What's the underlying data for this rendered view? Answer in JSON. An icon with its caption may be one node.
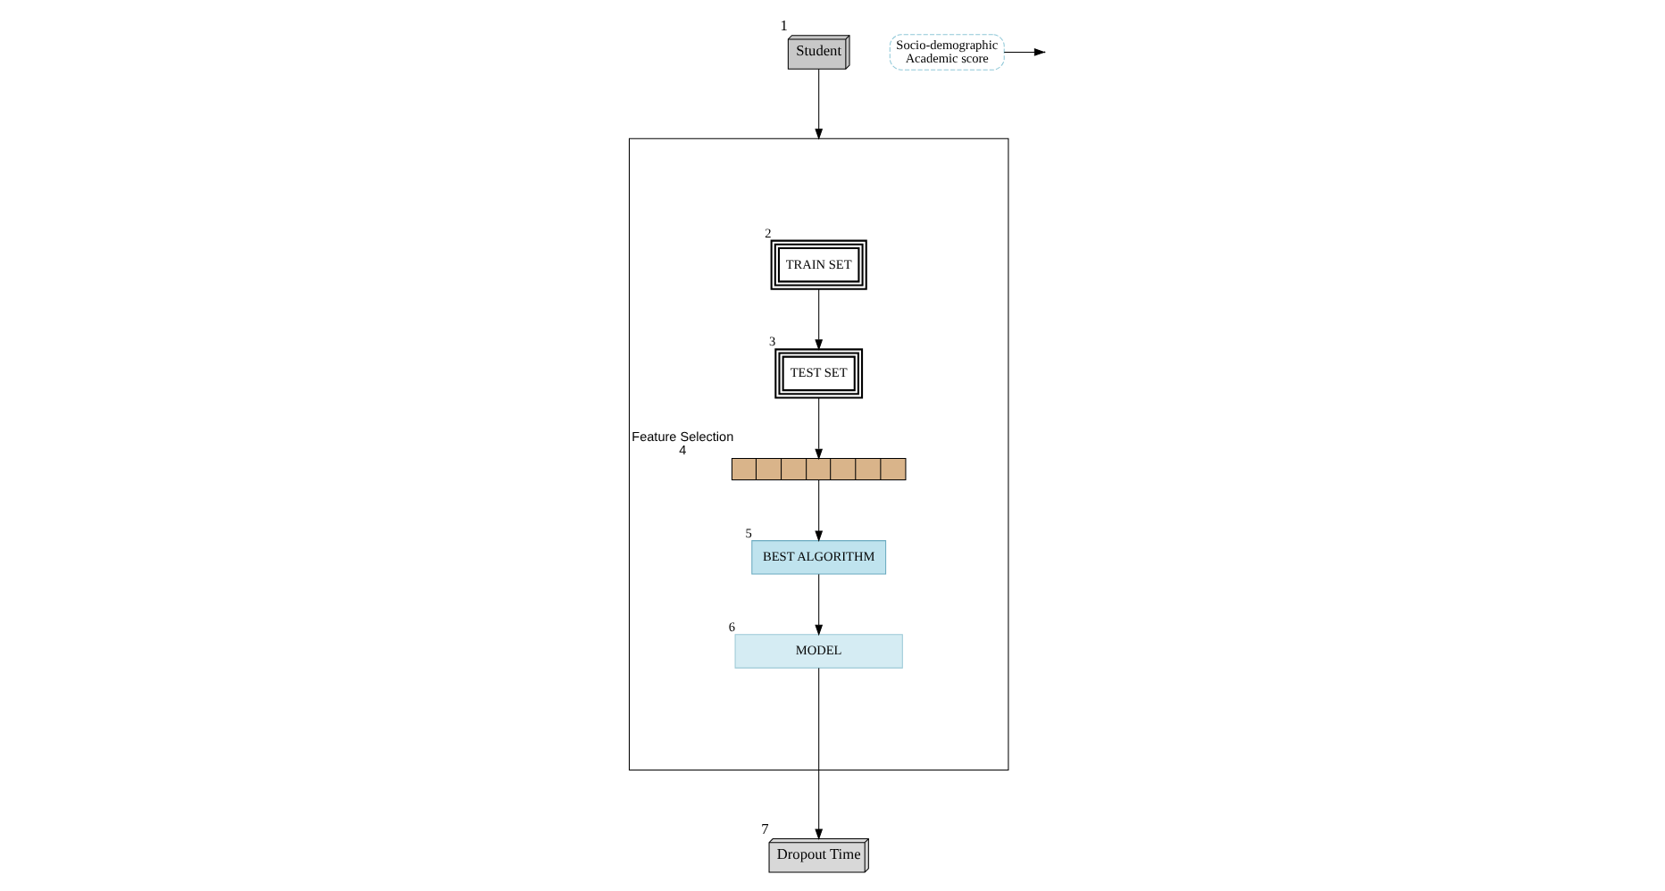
{
  "diagram": {
    "nodes": [
      {
        "text": [
          "Student"
        ],
        "beside": [
          "1"
        ]
      },
      {
        "text": [
          "Socio-demographic",
          "Academic score"
        ]
      },
      {
        "text": [],
        "shape": "box"
      },
      {
        "text": [
          "TRAIN SET"
        ],
        "beside": [
          "2"
        ],
        "in": 2
      },
      {
        "text": [
          "TEST SET"
        ],
        "beside": [
          "3"
        ],
        "in": 2
      },
      {
        "text": [],
        "shape": "bar",
        "beside": [
          "Feature Selection",
          "4"
        ],
        "in": 2
      },
      {
        "text": [
          "BEST ALGORITHM"
        ],
        "beside": [
          "5"
        ],
        "in": 2
      },
      {
        "text": [
          "MODEL"
        ],
        "beside": [
          "6"
        ],
        "in": 2
      },
      {
        "text": [
          "Dropout Time"
        ],
        "beside": [
          "7"
        ]
      }
    ],
    "edges": [
      {
        "from": 0,
        "to": 2,
        "arrow": "to"
      },
      {
        "from": 1,
        "to": null,
        "arrow": "to"
      },
      {
        "from": 3,
        "to": 4,
        "arrow": "to"
      },
      {
        "from": 4,
        "to": 5,
        "arrow": "to"
      },
      {
        "from": 5,
        "to": 6,
        "arrow": "to"
      },
      {
        "from": 6,
        "to": 7,
        "arrow": "to"
      },
      {
        "from": 7,
        "to": 8,
        "arrow": "to"
      }
    ]
  }
}
